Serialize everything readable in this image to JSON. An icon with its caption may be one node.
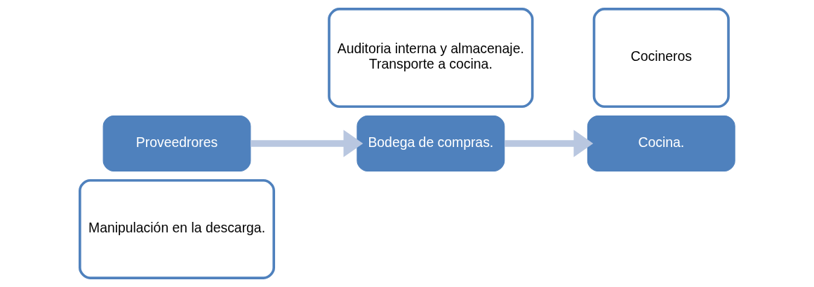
{
  "diagram": {
    "nodes": [
      {
        "text": [
          "Proveedrores"
        ]
      },
      {
        "text": [
          "Manipulación en la descarga."
        ]
      },
      {
        "text": [
          "Bodega de compras."
        ]
      },
      {
        "text": [
          "Auditoria interna y almacenaje.",
          "Transporte a cocina."
        ]
      },
      {
        "text": [
          "Cocina."
        ]
      },
      {
        "text": [
          "Cocineros"
        ]
      }
    ],
    "edges": [
      {
        "from": 0,
        "to": 2,
        "arrow": "to"
      },
      {
        "from": 2,
        "to": 4,
        "arrow": "to"
      }
    ]
  }
}
